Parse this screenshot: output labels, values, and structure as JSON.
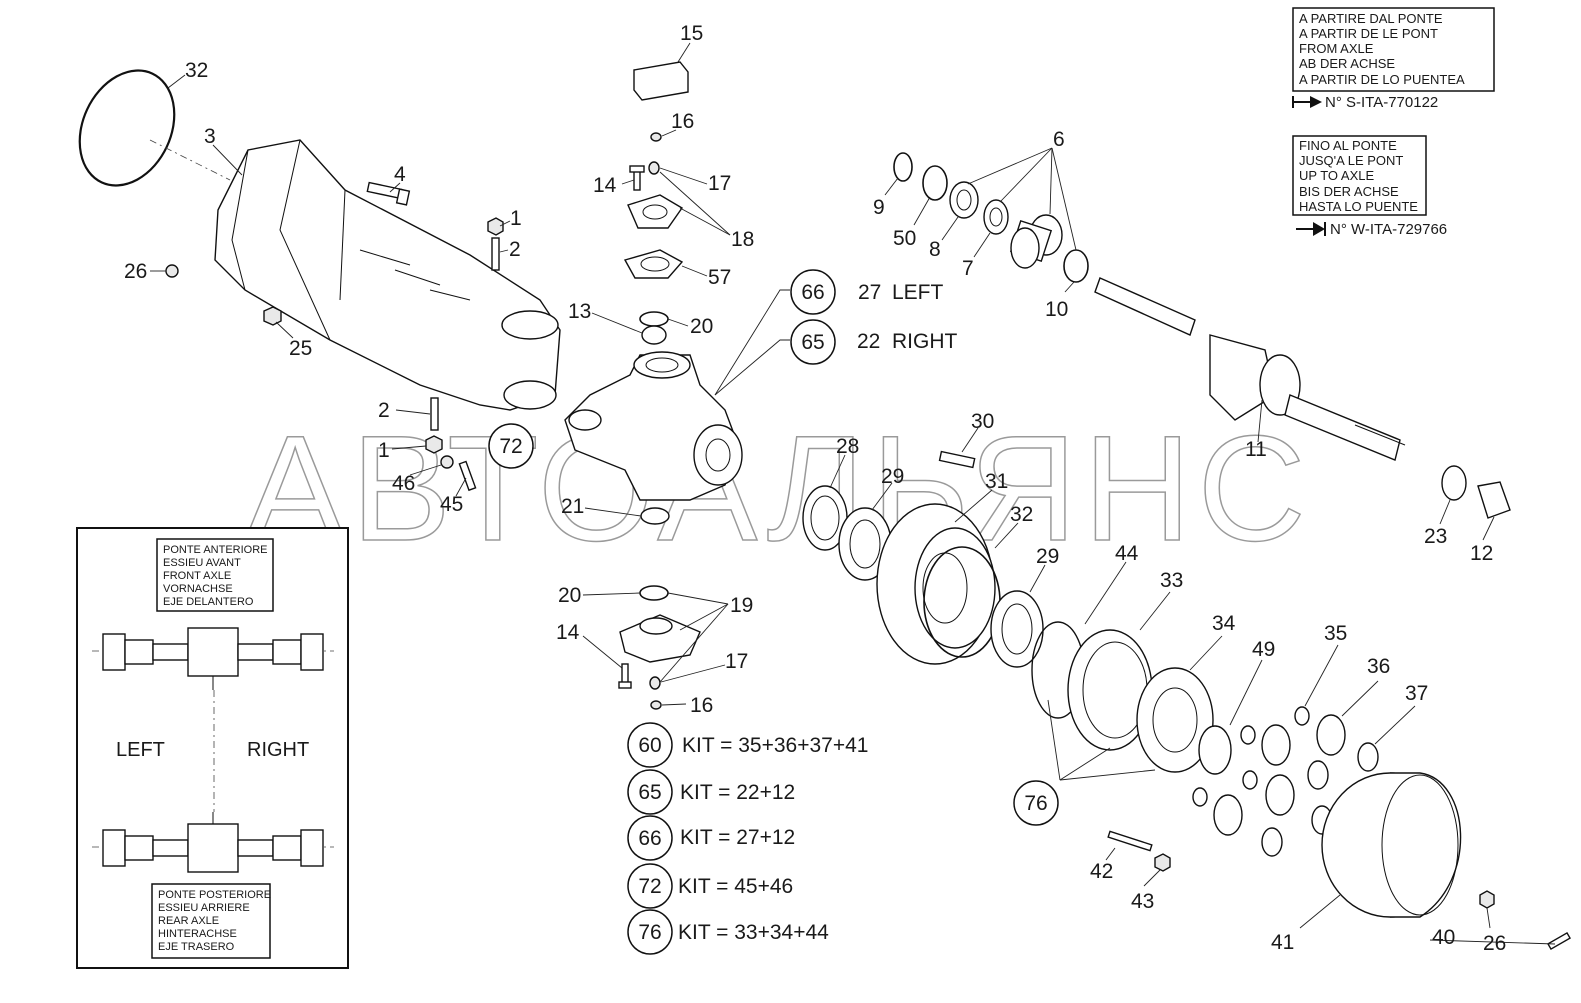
{
  "watermark": "АВТОАЛЬЯНС",
  "serial_from": {
    "lines": [
      "A PARTIRE DAL PONTE",
      "A PARTIR DE LE PONT",
      "FROM AXLE",
      "AB DER ACHSE",
      "A PARTIR DE LO PUENTEA"
    ],
    "number": "N° S-ITA-770122"
  },
  "serial_to": {
    "lines": [
      "FINO AL PONTE",
      "JUSQ'A LE PONT",
      "UP TO AXLE",
      "BIS DER ACHSE",
      "HASTA LO PUENTE"
    ],
    "number": "N° W-ITA-729766"
  },
  "inset": {
    "front_lines": [
      "PONTE ANTERIORE",
      "ESSIEU AVANT",
      "FRONT AXLE",
      "VORNACHSE",
      "EJE DELANTERO"
    ],
    "rear_lines": [
      "PONTE POSTERIORE",
      "ESSIEU ARRIERE",
      "REAR AXLE",
      "HINTERACHSE",
      "EJE TRASERO"
    ],
    "left": "LEFT",
    "right": "RIGHT"
  },
  "side_labels": {
    "k66": "66",
    "n27": "27",
    "left": "LEFT",
    "k65": "65",
    "n22": "22",
    "right": "RIGHT"
  },
  "kits": [
    {
      "id": "60",
      "text": "KIT = 35+36+37+41"
    },
    {
      "id": "65",
      "text": "KIT = 22+12"
    },
    {
      "id": "66",
      "text": "KIT = 27+12"
    },
    {
      "id": "72",
      "text": "KIT = 45+46"
    },
    {
      "id": "76",
      "text": "KIT = 33+34+44"
    }
  ],
  "callouts": {
    "c72": "72",
    "c76": "76"
  },
  "part_numbers": {
    "p32a": "32",
    "p3": "3",
    "p4": "4",
    "p1a": "1",
    "p2a": "2",
    "p26a": "26",
    "p25": "25",
    "p2b": "2",
    "p1b": "1",
    "p46": "46",
    "p45": "45",
    "p15": "15",
    "p16a": "16",
    "p14a": "14",
    "p17a": "17",
    "p18": "18",
    "p57": "57",
    "p13": "13",
    "p20a": "20",
    "p21": "21",
    "p20b": "20",
    "p19": "19",
    "p14b": "14",
    "p17b": "17",
    "p16b": "16",
    "p6": "6",
    "p9": "9",
    "p50": "50",
    "p8": "8",
    "p7": "7",
    "p10": "10",
    "p11": "11",
    "p23": "23",
    "p12": "12",
    "p30": "30",
    "p28": "28",
    "p29a": "29",
    "p31": "31",
    "p32b": "32",
    "p29b": "29",
    "p44": "44",
    "p33": "33",
    "p34": "34",
    "p49": "49",
    "p35": "35",
    "p36": "36",
    "p37": "37",
    "p42": "42",
    "p43": "43",
    "p41": "41",
    "p40": "40",
    "p26b": "26"
  }
}
